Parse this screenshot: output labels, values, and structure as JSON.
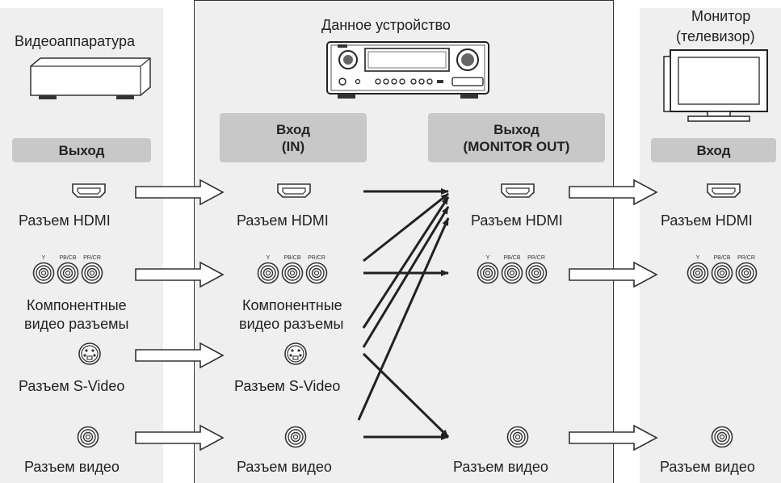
{
  "devices": {
    "source": "Видеоаппаратура",
    "receiver": "Данное устройство",
    "monitor_line1": "Монитор",
    "monitor_line2": "(телевизор)"
  },
  "headers": {
    "source_out": "Выход",
    "receiver_in": "Вход\n(IN)",
    "receiver_out": "Выход\n(MONITOR OUT)",
    "monitor_in": "Вход"
  },
  "connectors": {
    "hdmi": "Разъем HDMI",
    "component_l1": "Компонентные",
    "component_l2": "видео разъемы",
    "svideo": "Разъем S-Video",
    "video": "Разъем видео"
  },
  "component_pins": [
    "Y",
    "PB/CB",
    "PR/CR"
  ],
  "colors": {
    "panel": "#efefef",
    "header": "#c8c8c8",
    "line": "#222222"
  }
}
